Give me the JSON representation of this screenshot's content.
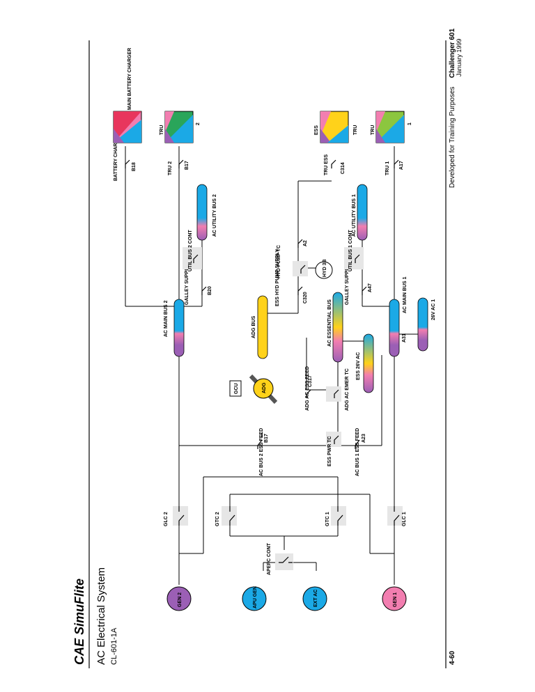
{
  "header": {
    "brand": "CAE SimuFlite",
    "title": "AC Electrical System",
    "doc_id": "CL-601-1A"
  },
  "footer": {
    "page_number": "4-60",
    "note": "Developed for Training Purposes",
    "aircraft": "Challenger 601",
    "date": "January 1999"
  },
  "colors": {
    "purple": "#9b5fb5",
    "pink": "#f27eb0",
    "blue": "#1ba9e6",
    "yellow": "#ffd21a",
    "green": "#2aa55a",
    "lime": "#8cc63f",
    "red": "#e8365d",
    "switch_bg": "#e6e6e6"
  },
  "sources": [
    {
      "id": "gen2",
      "label": "GEN 2",
      "color": "purple"
    },
    {
      "id": "apu",
      "label": "APU GEN",
      "color": "blue"
    },
    {
      "id": "ext",
      "label": "EXT AC",
      "color": "blue"
    },
    {
      "id": "gen1",
      "label": "GEN 1",
      "color": "pink"
    }
  ],
  "switches": {
    "glc2": "GLC 2",
    "gtc2": "GTC 2",
    "gtc1": "GTC 1",
    "glc1": "GLC 1",
    "apepc": "APEPC CONT",
    "acbus2ess": "AC BUS 2 ESS FEED",
    "acbus1ess": "AC BUS 1 ESS FEED",
    "b17": "B17",
    "a23": "A23",
    "esspwrtc": "ESS PWR TC",
    "adgacess": "ADG AC ESS FEED",
    "c317": "C317",
    "adgemer": "ADG AC EMER TC",
    "gcu": "GCU",
    "adg": "ADG",
    "esshyd": "ESS HYD PUMP SUPPLY",
    "c320": "C320",
    "hydtc": "HYD PUMP TC",
    "hyd3b": "HYD 3B",
    "a2": "A2",
    "galley2": "GALLEY SUPPLY 2",
    "b20": "B20",
    "galley1": "GALLEY SUPPLY 1",
    "a47": "A47",
    "util2": "UTIL BUS 2 CONT",
    "util1": "UTIL BUS 1 CONT",
    "a31": "A31",
    "battchg": "BATTERY CHARGER",
    "b18": "B18",
    "tru2": "TRU 2",
    "b17b": "B17",
    "truess": "TRU ESS",
    "c314": "C314",
    "tru1": "TRU 1",
    "a17": "A17"
  },
  "buses": {
    "acmain2": "AC MAIN BUS 2",
    "acmain1": "AC MAIN BUS 1",
    "adgbus": "ADG BUS",
    "acess": "AC ESSENTIAL BUS",
    "ess26": "ESS 26V AC",
    "ac26_1": "26V AC 1",
    "util2": "AC UTILITY BUS 2",
    "util1": "AC UTILITY BUS 1"
  },
  "loads": {
    "mainbatt": "MAIN BATTERY CHARGER",
    "tru_label": "TRU",
    "tru2_num": "2",
    "ess_label": "ESS",
    "tru_ess_label": "TRU",
    "tru1_label": "TRU",
    "tru1_num": "1"
  }
}
